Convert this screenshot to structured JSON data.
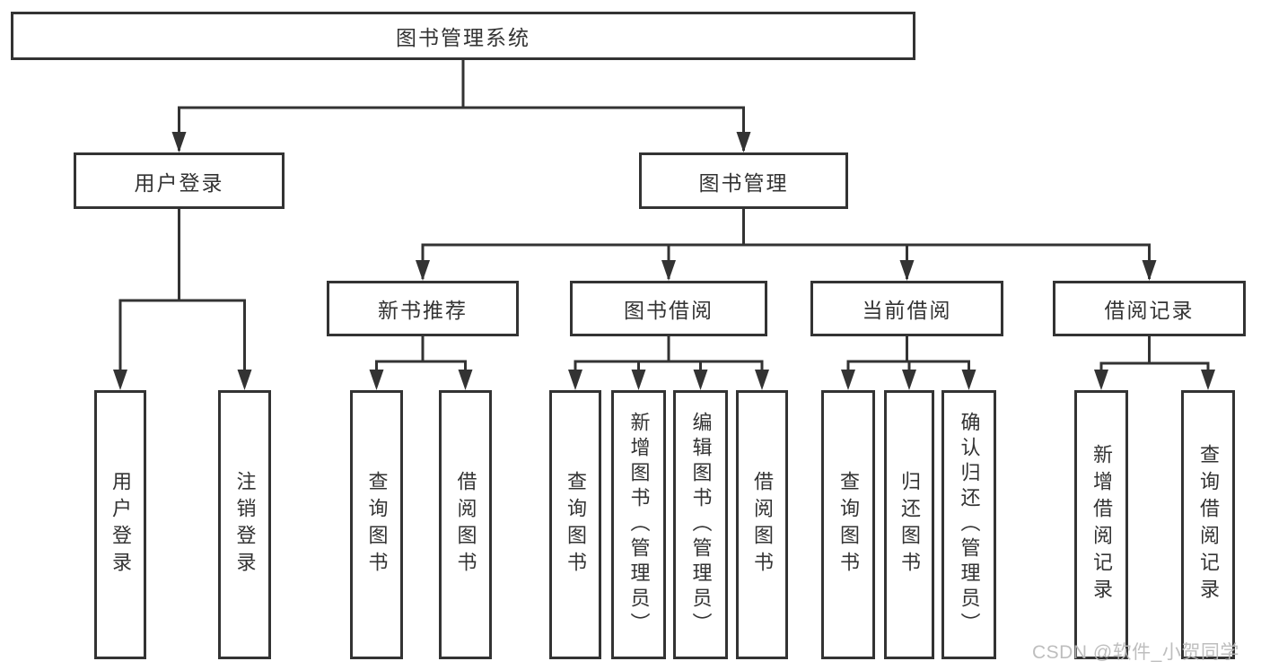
{
  "diagram": {
    "title": "图书管理系统",
    "branches": [
      {
        "label": "用户登录",
        "children": [
          "用户登录",
          "注销登录"
        ]
      },
      {
        "label": "图书管理",
        "modules": [
          {
            "label": "新书推荐",
            "children": [
              "查询图书",
              "借阅图书"
            ]
          },
          {
            "label": "图书借阅",
            "children": [
              "查询图书",
              "新增图书（管理员）",
              "编辑图书（管理员）",
              "借阅图书"
            ]
          },
          {
            "label": "当前借阅",
            "children": [
              "查询图书",
              "归还图书",
              "确认归还（管理员）"
            ]
          },
          {
            "label": "借阅记录",
            "children": [
              "新增借阅记录",
              "查询借阅记录"
            ]
          }
        ]
      }
    ]
  },
  "watermark": {
    "text": "CSDN @软件_小贺同学"
  },
  "colors": {
    "line": "#333333",
    "text": "#333333",
    "background": "#ffffff",
    "watermark": "#b9b9b9"
  }
}
